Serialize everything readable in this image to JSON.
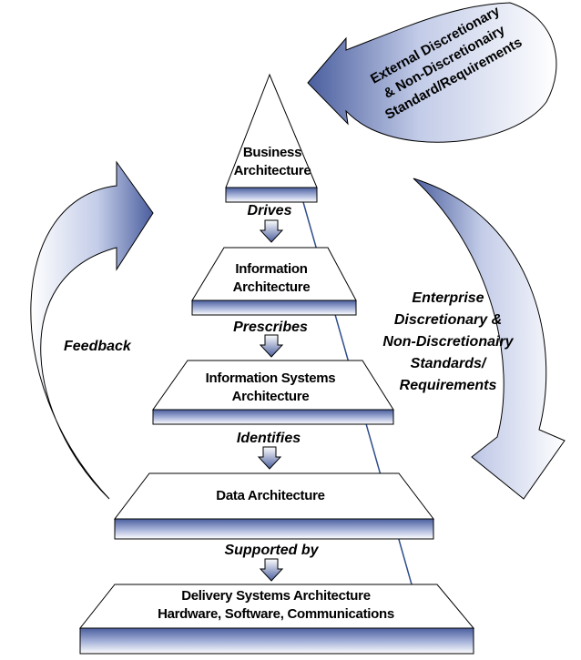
{
  "external_note": {
    "lines": [
      "External Discretionary",
      "& Non-Discretionairy",
      "Standard/Requirements"
    ]
  },
  "tiers": [
    {
      "lines": [
        "Business",
        "Architecture"
      ]
    },
    {
      "lines": [
        "Information",
        "Architecture"
      ]
    },
    {
      "lines": [
        "Information Systems",
        "Architecture"
      ]
    },
    {
      "lines": [
        "Data Architecture"
      ]
    },
    {
      "lines": [
        "Delivery Systems Architecture",
        "Hardware, Software, Communications"
      ]
    }
  ],
  "connectors": [
    "Drives",
    "Prescribes",
    "Identifies",
    "Supported by"
  ],
  "feedback_label": "Feedback",
  "enterprise_note": {
    "lines": [
      "Enterprise",
      "Discretionary &",
      "Non-Discretionairy",
      "Standards/",
      "Requirements"
    ]
  },
  "colors": {
    "band_dark": "#4a5e9e",
    "band_light": "#ffffff",
    "arrow_blue": "#5a72b0",
    "outline": "#000000",
    "diagonal_line": "#2f4c8c"
  }
}
